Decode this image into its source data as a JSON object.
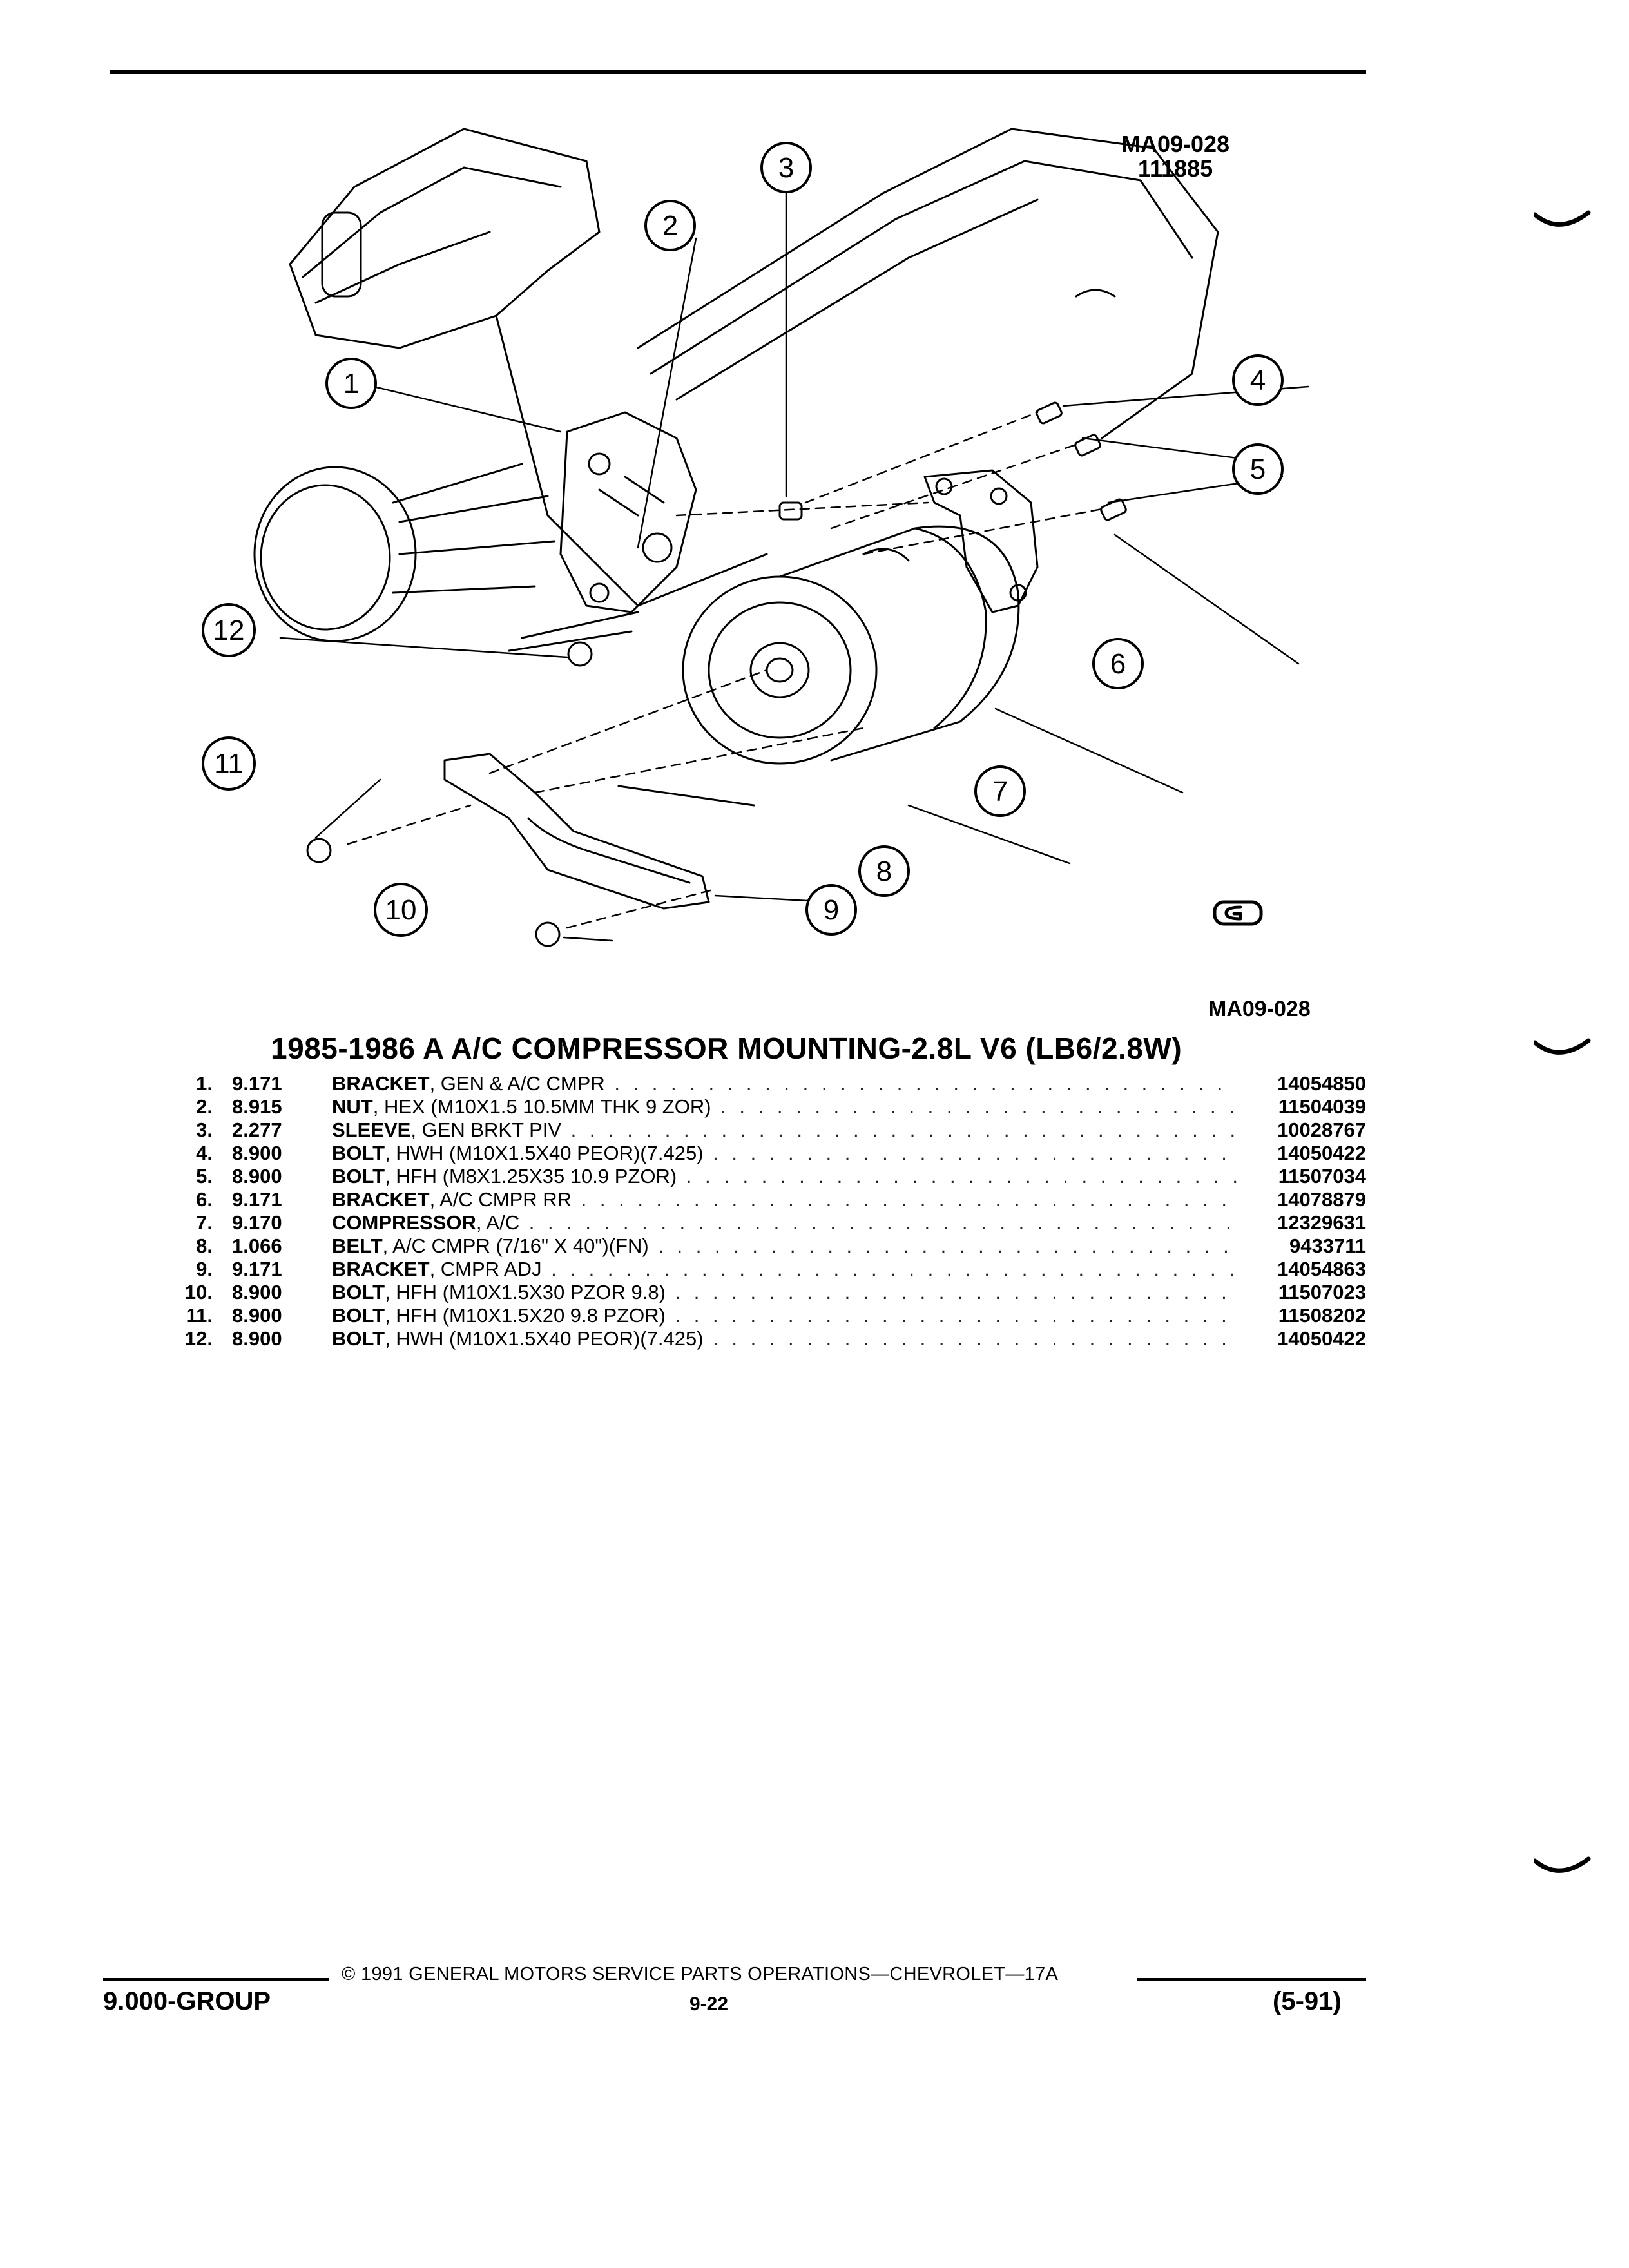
{
  "figure": {
    "code_top": "MA09-028",
    "code_sub": "111885",
    "code_bottom": "MA09-028",
    "callouts": [
      "1",
      "2",
      "3",
      "4",
      "5",
      "6",
      "7",
      "8",
      "9",
      "10",
      "11",
      "12"
    ]
  },
  "table": {
    "title": "1985-1986 A A/C COMPRESSOR MOUNTING-2.8L V6 (LB6/2.8W)",
    "rows": [
      {
        "index": "1.",
        "code": "9.171",
        "name": "BRACKET",
        "spec": ", GEN & A/C CMPR",
        "part": "14054850"
      },
      {
        "index": "2.",
        "code": "8.915",
        "name": "NUT",
        "spec": ", HEX (M10X1.5 10.5MM THK 9 ZOR)",
        "part": "11504039"
      },
      {
        "index": "3.",
        "code": "2.277",
        "name": "SLEEVE",
        "spec": ", GEN BRKT PIV",
        "part": "10028767"
      },
      {
        "index": "4.",
        "code": "8.900",
        "name": "BOLT",
        "spec": ", HWH (M10X1.5X40 PEOR)(7.425)",
        "part": "14050422"
      },
      {
        "index": "5.",
        "code": "8.900",
        "name": "BOLT",
        "spec": ", HFH (M8X1.25X35 10.9 PZOR)",
        "part": "11507034"
      },
      {
        "index": "6.",
        "code": "9.171",
        "name": "BRACKET",
        "spec": ", A/C CMPR RR",
        "part": "14078879"
      },
      {
        "index": "7.",
        "code": "9.170",
        "name": "COMPRESSOR",
        "spec": ", A/C",
        "part": "12329631"
      },
      {
        "index": "8.",
        "code": "1.066",
        "name": "BELT",
        "spec": ", A/C CMPR (7/16\" X 40\")(FN)",
        "part": "9433711"
      },
      {
        "index": "9.",
        "code": "9.171",
        "name": "BRACKET",
        "spec": ", CMPR ADJ",
        "part": "14054863"
      },
      {
        "index": "10.",
        "code": "8.900",
        "name": "BOLT",
        "spec": ", HFH (M10X1.5X30 PZOR 9.8)",
        "part": "11507023"
      },
      {
        "index": "11.",
        "code": "8.900",
        "name": "BOLT",
        "spec": ", HFH (M10X1.5X20 9.8 PZOR)",
        "part": "11508202"
      },
      {
        "index": "12.",
        "code": "8.900",
        "name": "BOLT",
        "spec": ", HWH (M10X1.5X40 PEOR)(7.425)",
        "part": "14050422"
      }
    ]
  },
  "footer": {
    "group": "9.000-GROUP",
    "copyright": "© 1991 GENERAL MOTORS SERVICE PARTS OPERATIONS—CHEVROLET—17A",
    "page": "9-22",
    "date": "(5-91)"
  }
}
